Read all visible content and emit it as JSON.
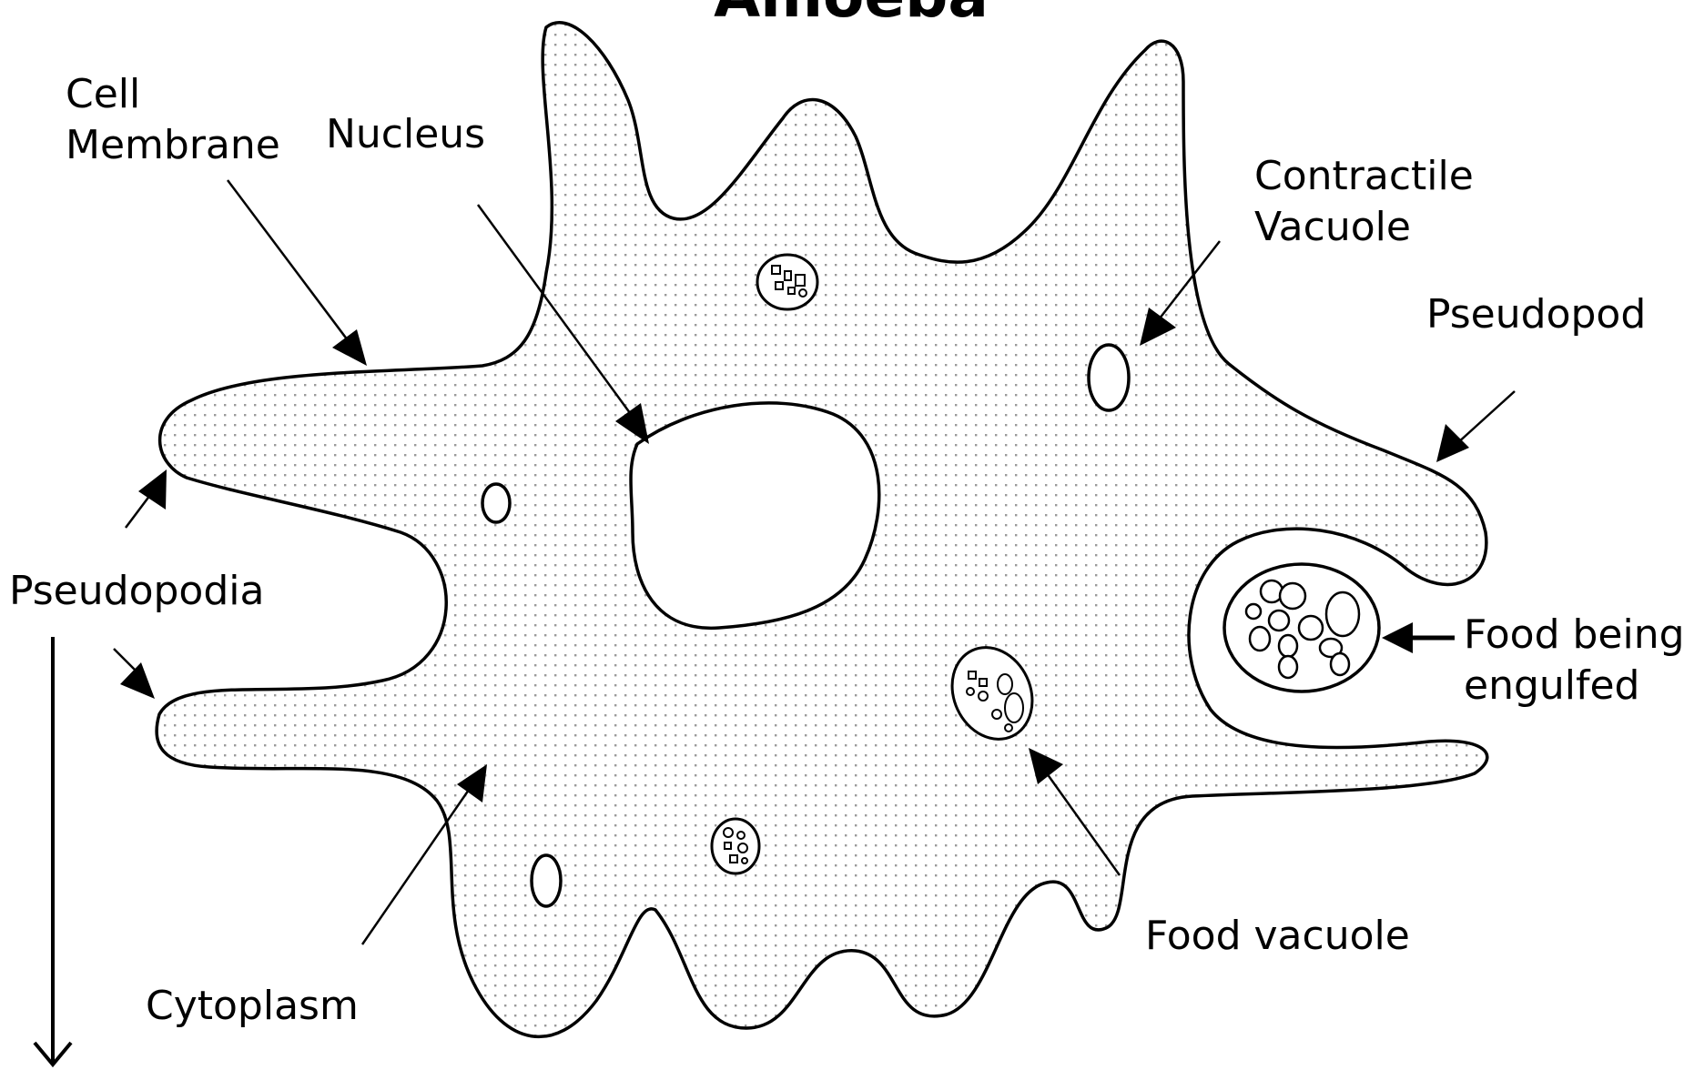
{
  "title": "Amoeba",
  "labels": {
    "cell_membrane": [
      "Cell",
      "Membrane"
    ],
    "nucleus": "Nucleus",
    "contractile_vacuole": [
      "Contractile",
      "Vacuole"
    ],
    "pseudopod": "Pseudopod",
    "pseudopodia": "Pseudopodia",
    "food_being_engulfed": [
      "Food being",
      "engulfed"
    ],
    "food_vacuole": "Food vacuole",
    "cytoplasm": "Cytoplasm"
  }
}
